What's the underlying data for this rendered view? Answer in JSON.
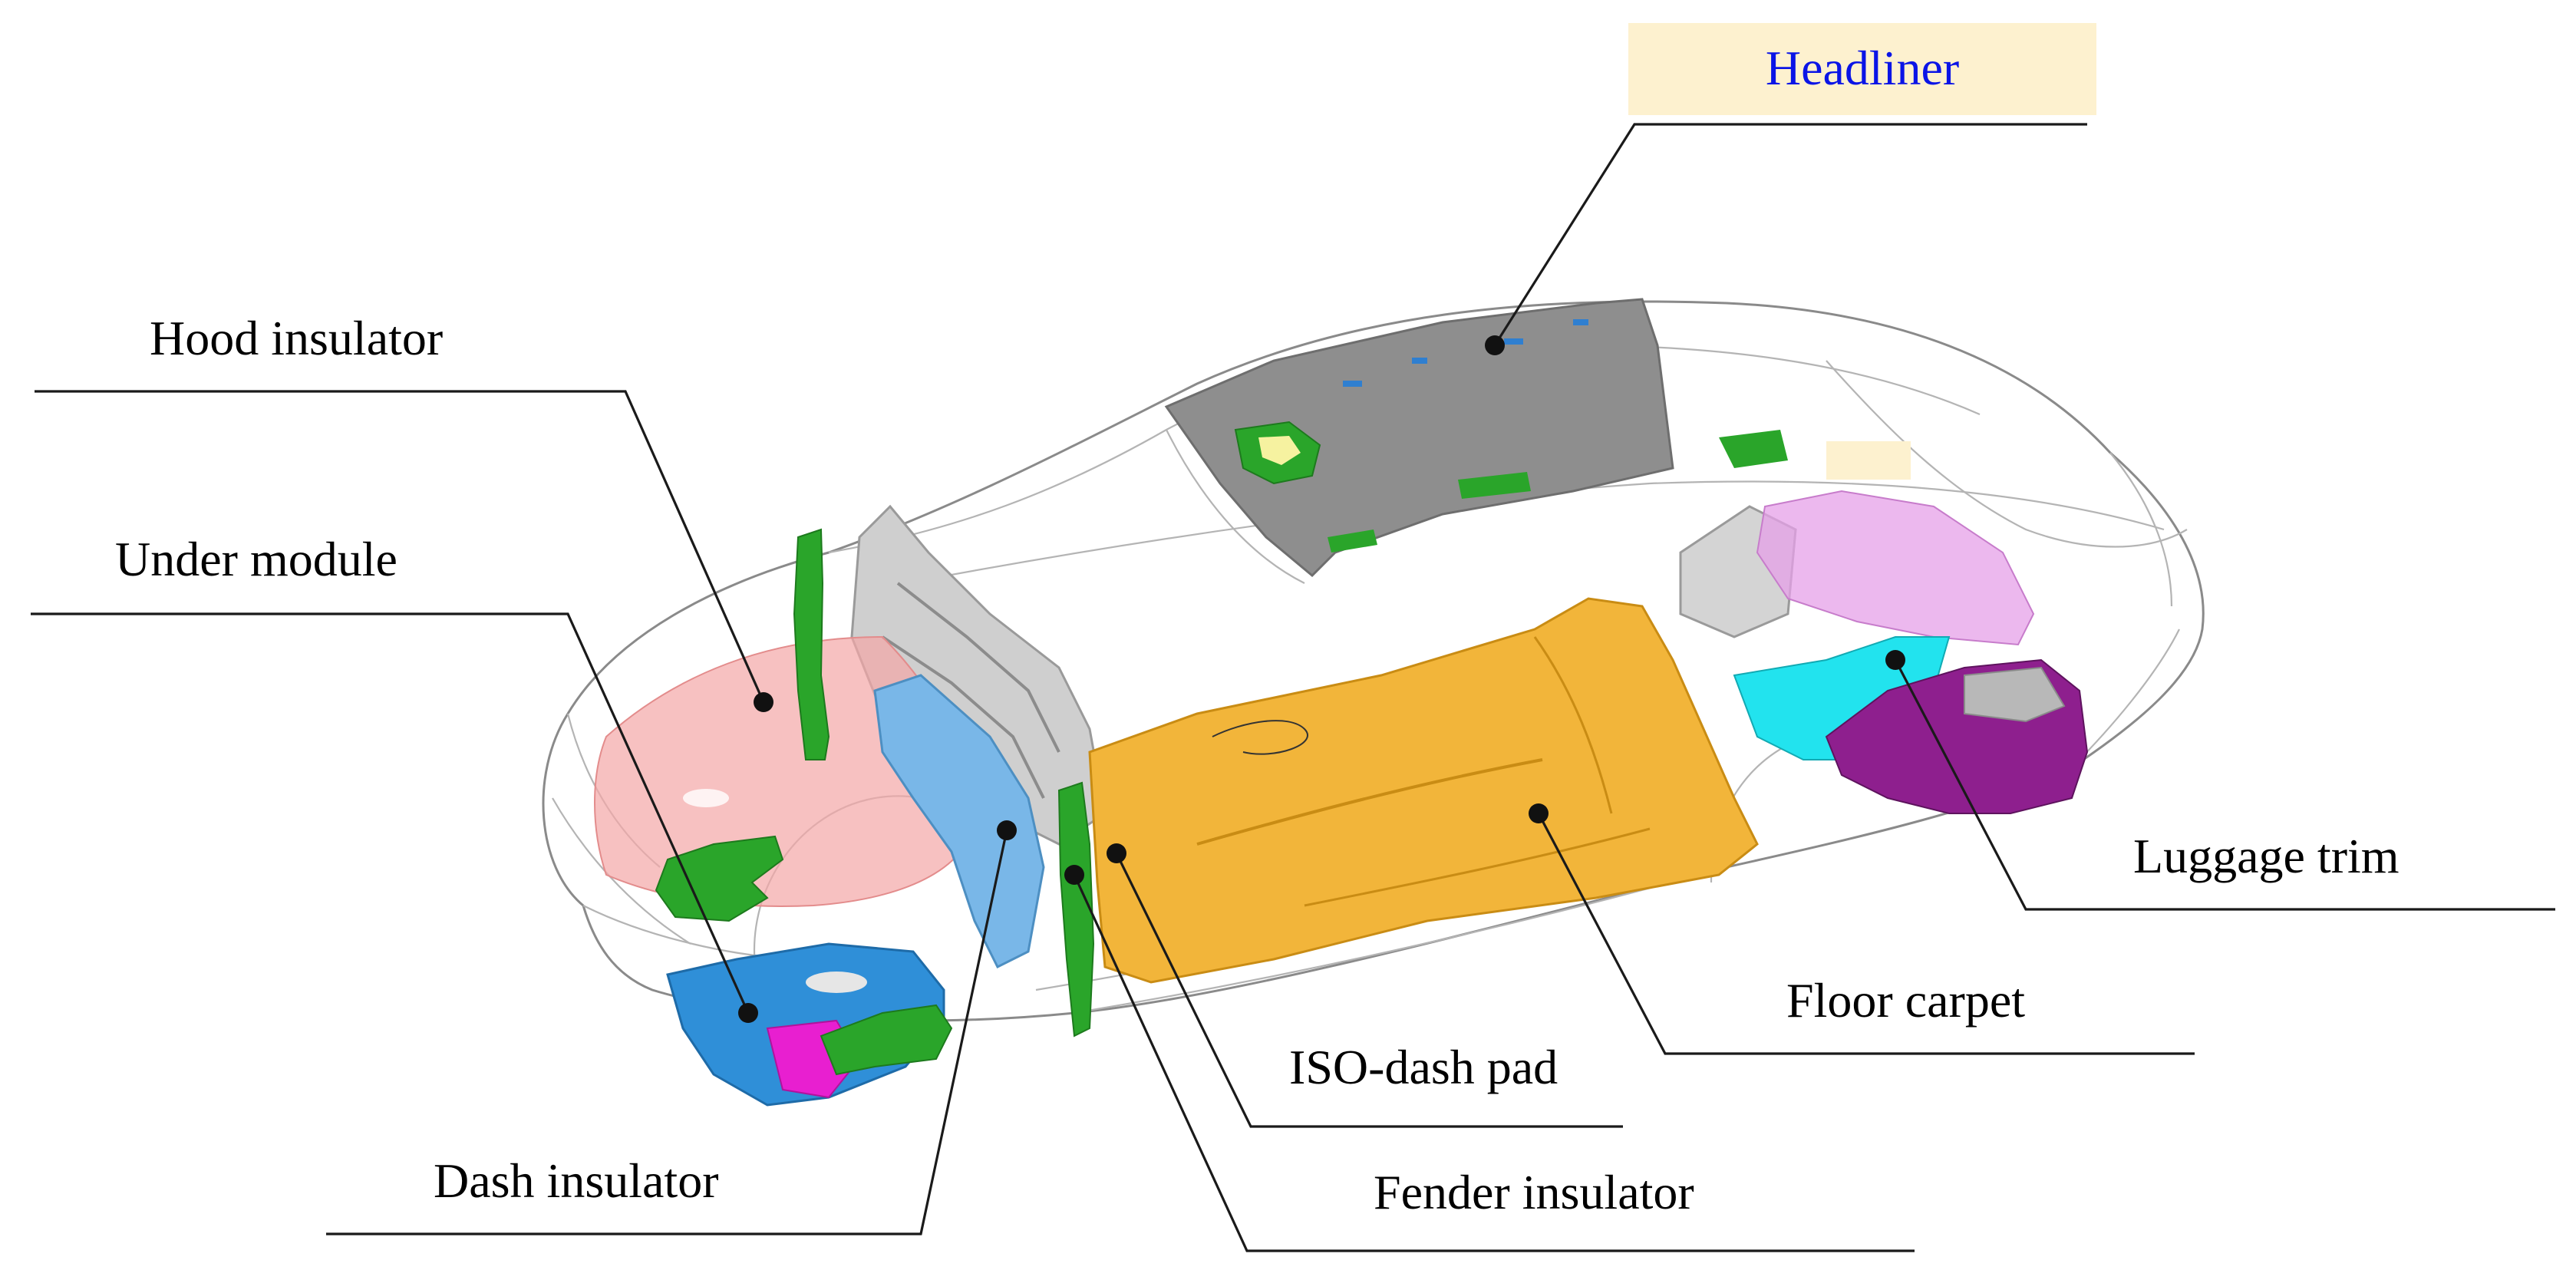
{
  "labels": {
    "headliner": "Headliner",
    "hood_insulator": "Hood insulator",
    "under_module": "Under module",
    "dash_insulator": "Dash insulator",
    "luggage_trim": "Luggage trim",
    "floor_carpet": "Floor carpet",
    "iso_dash_pad": "ISO-dash pad",
    "fender_insulator": "Fender insulator"
  },
  "colors": {
    "headliner_text": "#0a14e6",
    "headliner_box": "#fdf1cf",
    "headliner_part": "#8e8e8e",
    "hood_insulator_part": "#f4a7a7",
    "under_module_part": "#2f8fd8",
    "under_module_accent": "#e81fd0",
    "green_parts": "#2aa52a",
    "dash_insulator_part": "#79b7e8",
    "floor_carpet_part": "#f2b53a",
    "luggage_trim_part": "#8e1f8e",
    "luggage_cyan": "#22e3ee",
    "luggage_pink": "#e6a0e8"
  }
}
